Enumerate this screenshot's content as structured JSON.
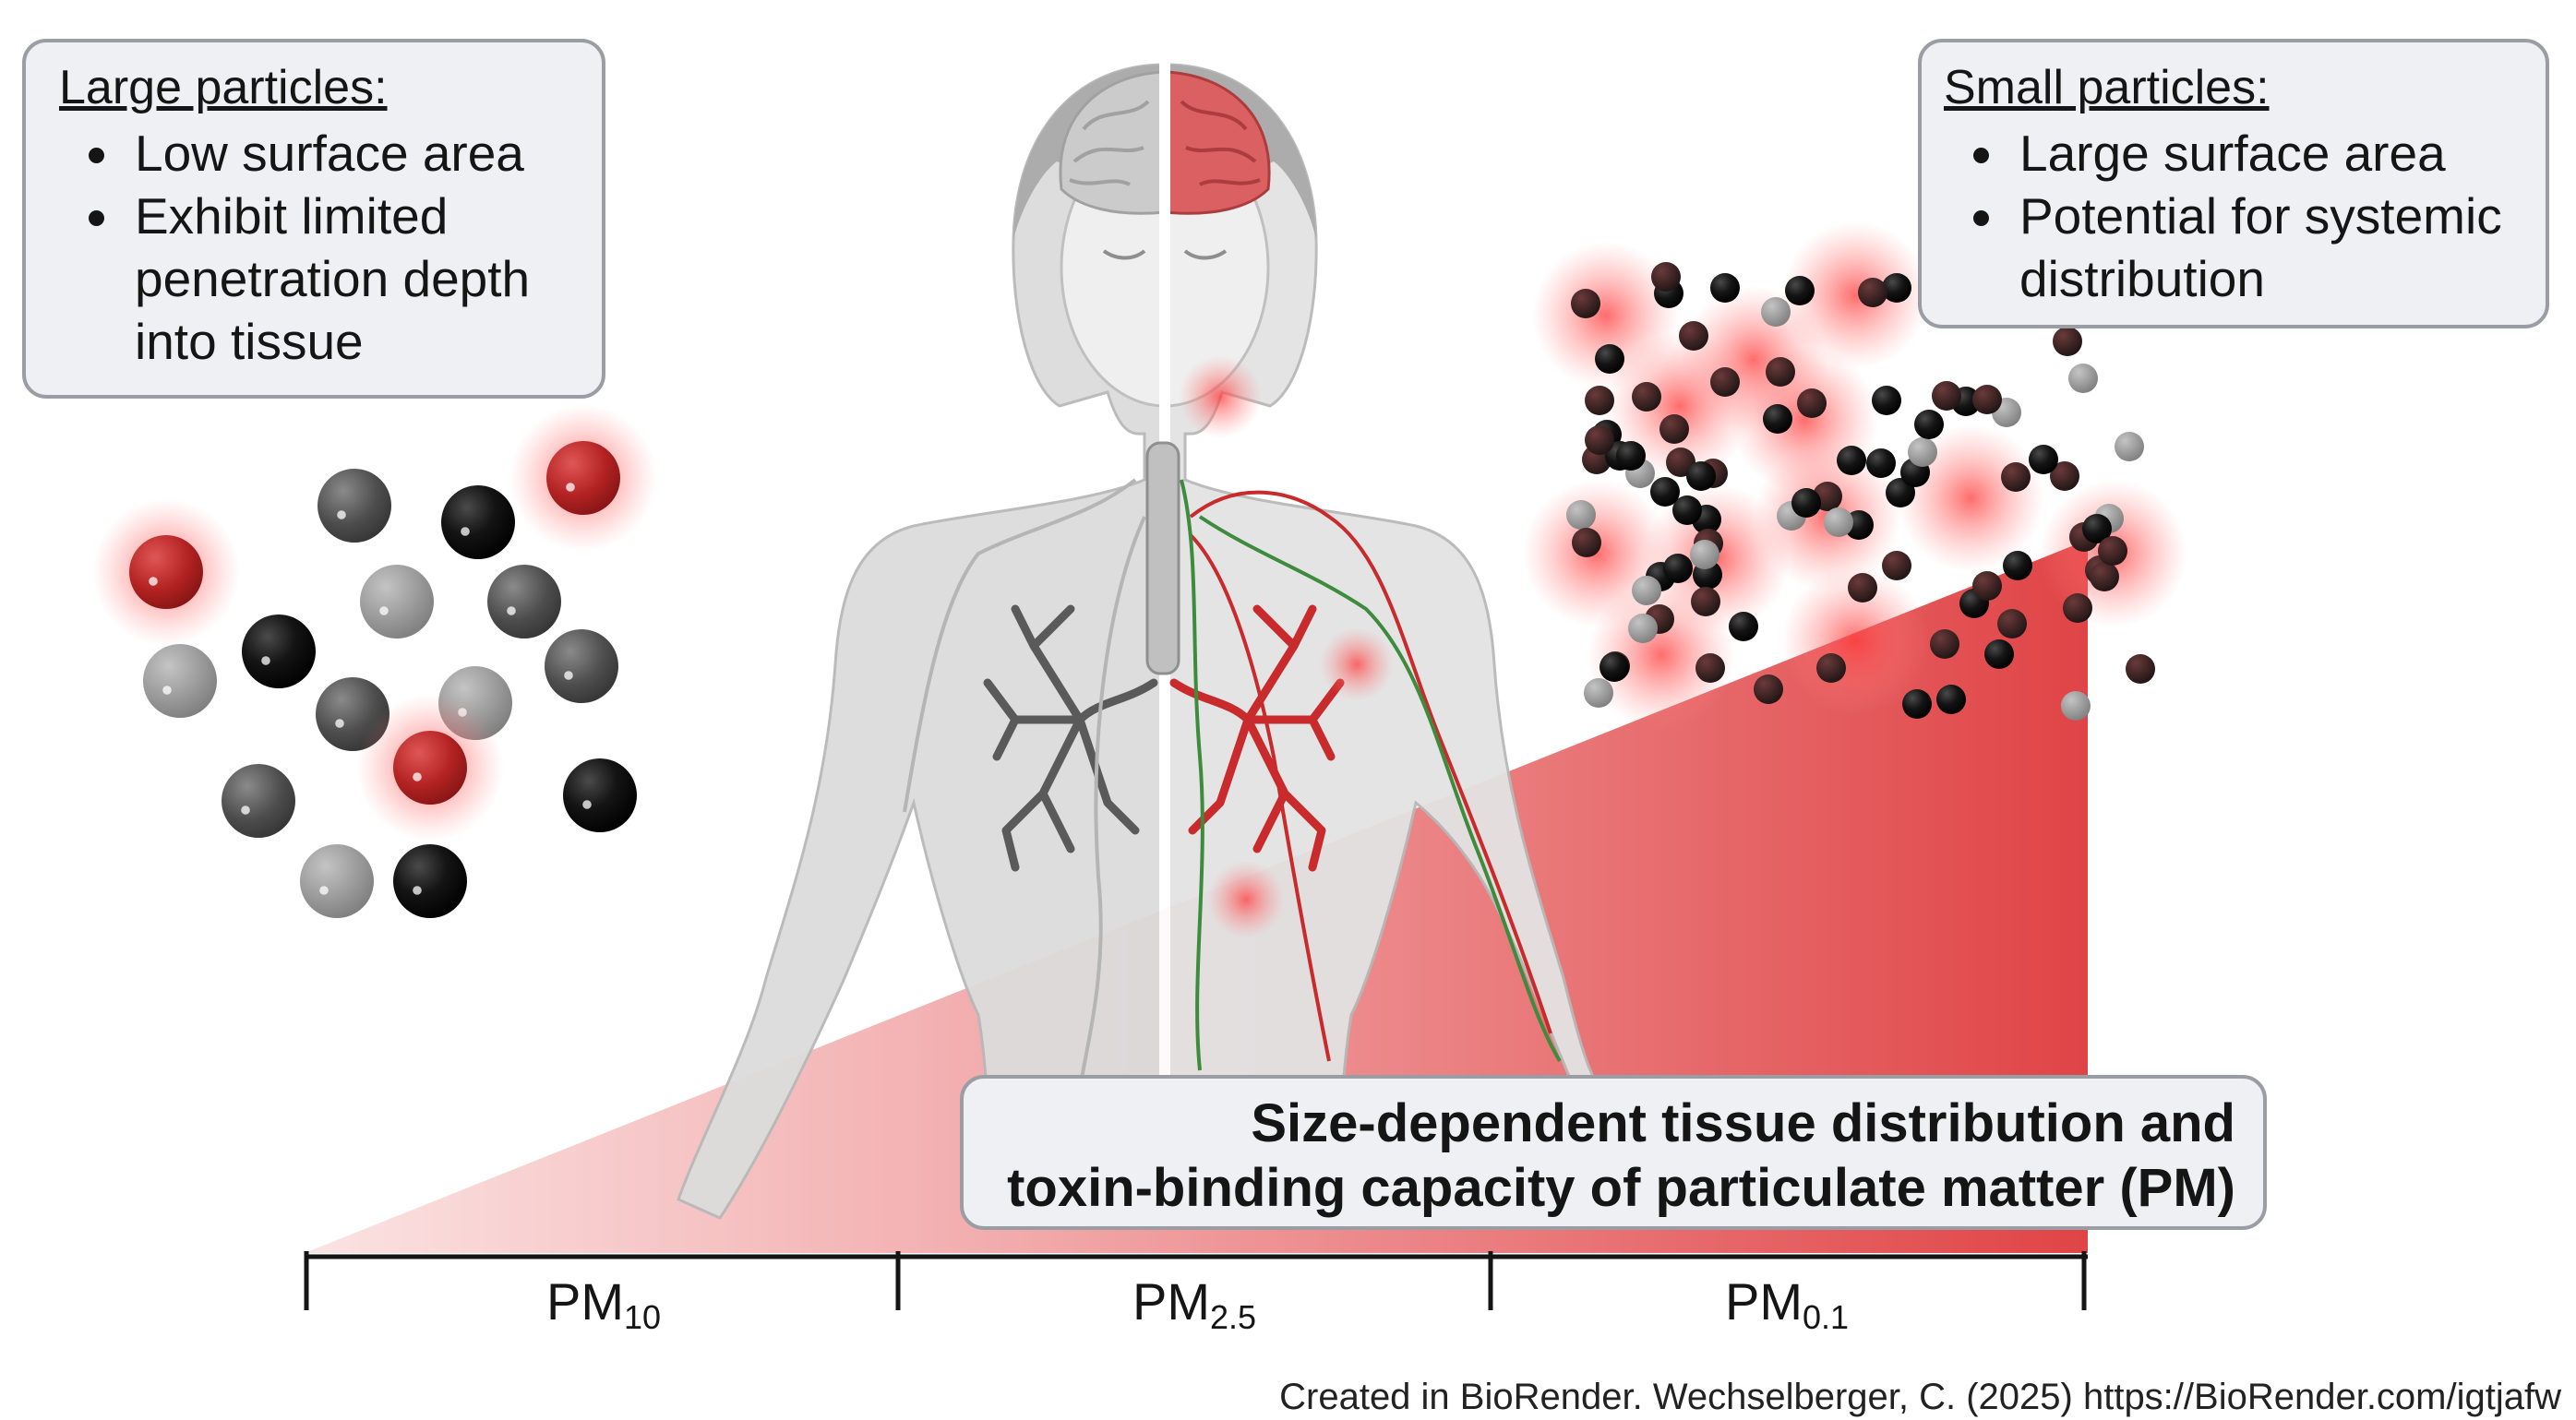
{
  "large_box": {
    "heading": "Large particles:",
    "items": [
      "Low surface area",
      "Exhibit limited penetration depth into tissue"
    ]
  },
  "small_box": {
    "heading": "Small particles:",
    "items": [
      "Large surface area",
      "Potential for systemic distribution"
    ]
  },
  "title_box": {
    "line1": "Size-dependent tissue distribution and",
    "line2": "toxin-binding capacity of particulate matter (PM)"
  },
  "scale": [
    {
      "base": "PM",
      "sub": "10"
    },
    {
      "base": "PM",
      "sub": "2.5"
    },
    {
      "base": "PM",
      "sub": "0.1"
    }
  ],
  "credit": "Created in BioRender. Wechselberger, C. (2025) https://BioRender.com/igtjafw",
  "colors": {
    "accent_red": "#d93a3c",
    "box_fill": "#eef0f3",
    "box_border": "#9a9ea4",
    "airway_grey": "#555555",
    "lymph_green": "#3d8b3d"
  },
  "large_particles": [
    {
      "tone": "dark",
      "toxin": false
    },
    {
      "tone": "black",
      "toxin": false
    },
    {
      "tone": "red",
      "toxin": true
    },
    {
      "tone": "red",
      "toxin": true
    },
    {
      "tone": "light",
      "toxin": false
    },
    {
      "tone": "dark",
      "toxin": false
    },
    {
      "tone": "black",
      "toxin": false
    },
    {
      "tone": "light",
      "toxin": false
    },
    {
      "tone": "dark",
      "toxin": false
    },
    {
      "tone": "light",
      "toxin": false
    },
    {
      "tone": "dark",
      "toxin": false
    },
    {
      "tone": "red",
      "toxin": true
    },
    {
      "tone": "black",
      "toxin": false
    },
    {
      "tone": "dark",
      "toxin": false
    },
    {
      "tone": "light",
      "toxin": false
    },
    {
      "tone": "black",
      "toxin": false
    }
  ]
}
